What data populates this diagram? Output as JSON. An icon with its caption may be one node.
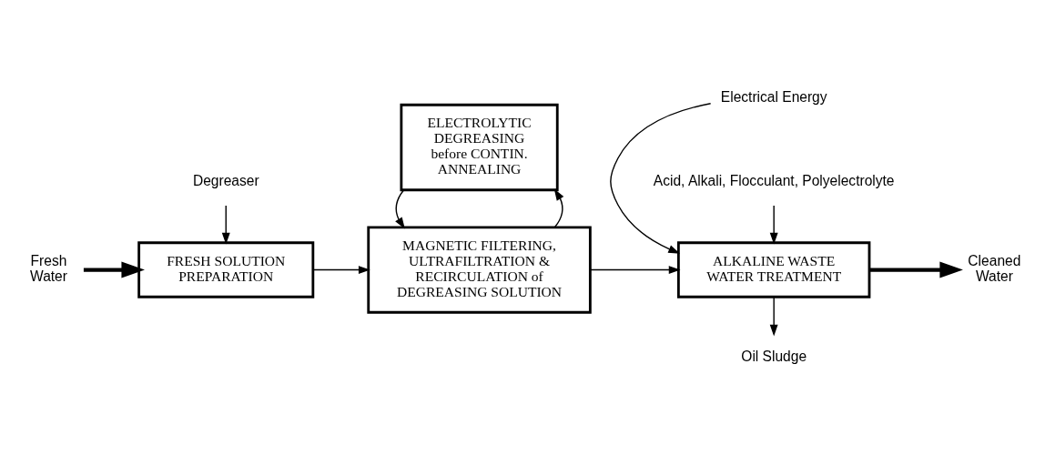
{
  "diagram": {
    "nodes": [
      {
        "text": [
          "Fresh Water"
        ]
      },
      {
        "text": [
          "Degreaser"
        ]
      },
      {
        "text": [
          "FRESH SOLUTION PREPARATION"
        ]
      },
      {
        "text": [
          "ELECTROLYTIC DEGREASING before CONTIN. ANNEALING"
        ]
      },
      {
        "text": [
          "MAGNETIC FILTERING, ULTRAFILTRATION & RECIRCULATION of DEGREASING SOLUTION"
        ]
      },
      {
        "text": [
          "Electrical Energy"
        ]
      },
      {
        "text": [
          "Acid, Alkali, Flocculant, Polyelectrolyte"
        ]
      },
      {
        "text": [
          "ALKALINE WASTE WATER TREATMENT"
        ]
      },
      {
        "text": [
          "Cleaned Water"
        ]
      },
      {
        "text": [
          "Oil Sludge"
        ]
      }
    ],
    "edges": [
      {
        "from": 0,
        "to": 2,
        "arrow": "to",
        "style": "thick"
      },
      {
        "from": 1,
        "to": 2,
        "arrow": "to"
      },
      {
        "from": 2,
        "to": 4,
        "arrow": "to"
      },
      {
        "from": 4,
        "to": 3,
        "arrow": "to"
      },
      {
        "from": 3,
        "to": 4,
        "arrow": "to"
      },
      {
        "from": 4,
        "to": 7,
        "arrow": "to"
      },
      {
        "from": 5,
        "to": 7,
        "arrow": "to"
      },
      {
        "from": 6,
        "to": 7,
        "arrow": "to"
      },
      {
        "from": 7,
        "to": 8,
        "arrow": "to",
        "style": "thick"
      },
      {
        "from": 7,
        "to": 9,
        "arrow": "to"
      }
    ]
  }
}
